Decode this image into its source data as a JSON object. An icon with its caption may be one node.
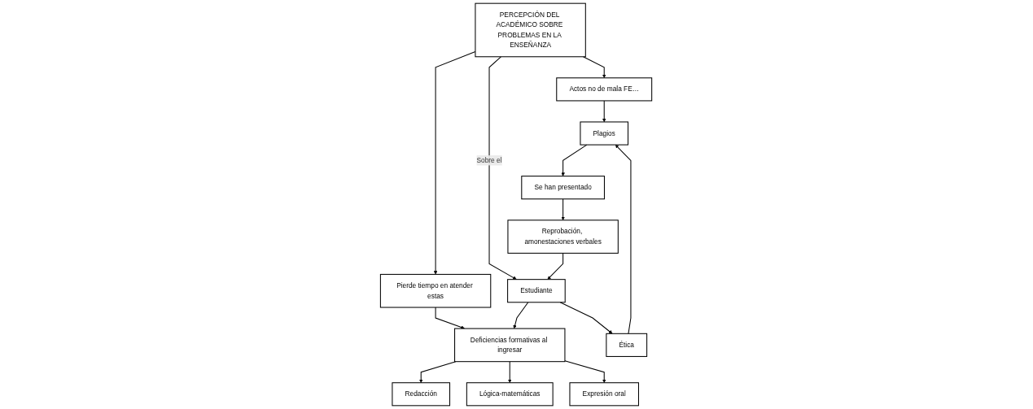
{
  "diagram": {
    "nodes": [
      {
        "text": [
          "PERCEPCIÓN DEL ACADÉMICO SOBRE PROBLEMAS EN LA ENSEÑANZA"
        ]
      },
      {
        "text": [
          "Pierde tiempo en atender estas"
        ]
      },
      {
        "text": [
          "Actos no de mala FE…"
        ]
      },
      {
        "text": [
          "Estudiante"
        ]
      },
      {
        "text": [
          "Deficiencias formativas al ingresar"
        ]
      },
      {
        "text": [
          "Ética"
        ]
      },
      {
        "text": [
          "Plagios"
        ]
      },
      {
        "text": [
          "Redacción"
        ]
      },
      {
        "text": [
          "Lógica-matemáticas"
        ]
      },
      {
        "text": [
          "Expresión oral"
        ]
      },
      {
        "text": [
          "Se han presentado"
        ]
      },
      {
        "text": [
          "Reprobación, amonestaciones verbales"
        ]
      }
    ],
    "edges": [
      {
        "from": 0,
        "to": 2,
        "arrow": "to"
      },
      {
        "from": 0,
        "to": 3,
        "label": "Sobre el",
        "arrow": "to"
      },
      {
        "from": 0,
        "to": 1,
        "arrow": "to"
      },
      {
        "from": 1,
        "to": 4,
        "arrow": "to"
      },
      {
        "from": 3,
        "to": 4,
        "arrow": "to"
      },
      {
        "from": 3,
        "to": 5,
        "arrow": "to"
      },
      {
        "from": 5,
        "to": 6,
        "arrow": "to"
      },
      {
        "from": 2,
        "to": 6,
        "arrow": "to"
      },
      {
        "from": 6,
        "to": 10,
        "arrow": "to"
      },
      {
        "from": 10,
        "to": 11,
        "arrow": "to"
      },
      {
        "from": 11,
        "to": 3,
        "arrow": "to"
      },
      {
        "from": 4,
        "to": 7,
        "arrow": "to"
      },
      {
        "from": 4,
        "to": 8,
        "arrow": "to"
      },
      {
        "from": 4,
        "to": 9,
        "arrow": "to"
      }
    ]
  }
}
